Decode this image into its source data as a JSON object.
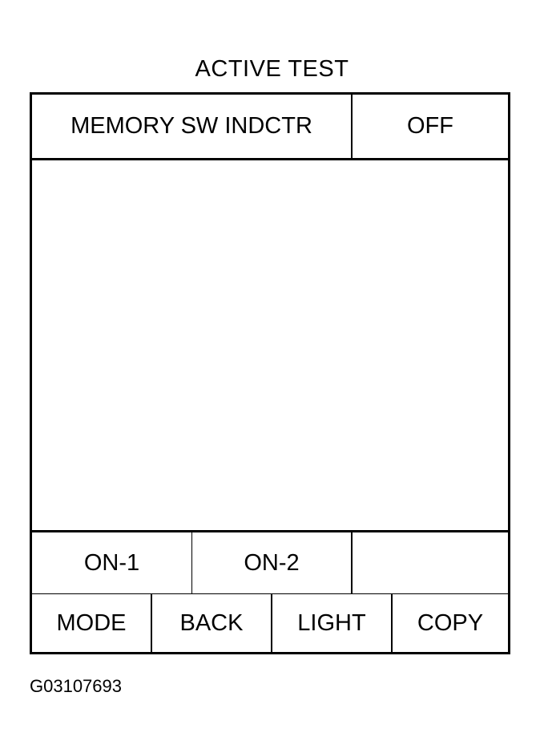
{
  "screen": {
    "title": "ACTIVE TEST"
  },
  "test_item": {
    "name": "MEMORY SW INDCTR",
    "value": "OFF"
  },
  "test_buttons": [
    {
      "label": "ON-1"
    },
    {
      "label": "ON-2"
    },
    {
      "label": ""
    }
  ],
  "function_buttons": [
    {
      "label": "MODE"
    },
    {
      "label": "BACK"
    },
    {
      "label": "LIGHT"
    },
    {
      "label": "COPY"
    }
  ],
  "figure": {
    "code": "G03107693"
  }
}
